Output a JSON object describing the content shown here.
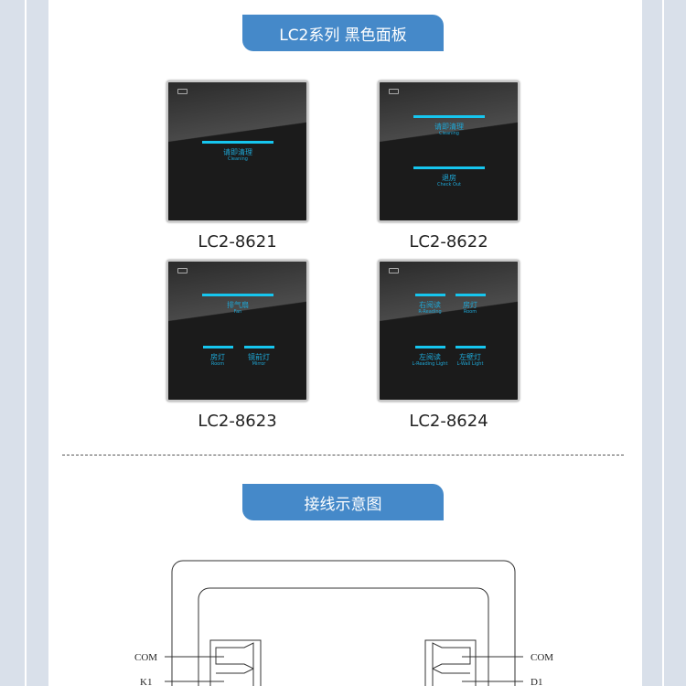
{
  "section1": {
    "title": "LC2系列 黑色面板"
  },
  "panels": [
    {
      "model": "LC2-8621",
      "keys": [
        {
          "cn": "请即清理",
          "en": "Cleaning"
        }
      ]
    },
    {
      "model": "LC2-8622",
      "keys": [
        {
          "cn": "请即清理",
          "en": "Cleaning"
        },
        {
          "cn": "退房",
          "en": "Check Out"
        }
      ]
    },
    {
      "model": "LC2-8623",
      "keys": [
        {
          "cn": "排气扇",
          "en": "Fan"
        },
        {
          "cn": "房灯",
          "en": "Room"
        },
        {
          "cn": "镜前灯",
          "en": "Mirror"
        }
      ]
    },
    {
      "model": "LC2-8624",
      "keys": [
        {
          "cn": "右阅读",
          "en": "R-Reading"
        },
        {
          "cn": "房灯",
          "en": "Room"
        },
        {
          "cn": "左阅读",
          "en": "L-Reading Light"
        },
        {
          "cn": "左壁灯",
          "en": "L-Wall Light"
        }
      ]
    }
  ],
  "section2": {
    "title": "接线示意图"
  },
  "wiring": {
    "left": [
      "COM",
      "K1"
    ],
    "right": [
      "COM",
      "D1"
    ]
  },
  "colors": {
    "accent": "#4589c9",
    "led": "#16c6ef"
  }
}
